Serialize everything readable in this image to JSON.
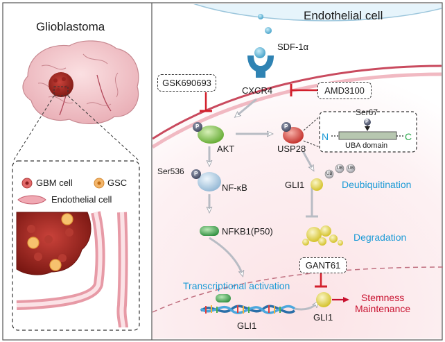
{
  "left_panel": {
    "title": "Glioblastoma",
    "legend": {
      "gbm_cell": "GBM cell",
      "gsc": "GSC",
      "endothelial": "Endothelial cell"
    }
  },
  "right_panel": {
    "title": "Endothelial cell",
    "ligand": "SDF-1α",
    "receptor": "CXCR4",
    "inhibitors": {
      "gsk": "GSK690693",
      "amd": "AMD3100",
      "gant": "GANT61"
    },
    "phospho_symbol": "P",
    "ub_symbol": "UB",
    "akt": "AKT",
    "usp28": "USP28",
    "ser67": "Ser67",
    "n_term": "N",
    "c_term": "C",
    "uba": "UBA domain",
    "ser536": "Ser536",
    "nfkb": "NF-κB",
    "gli1": "GLI1",
    "deubiquitination": "Deubiquitination",
    "degradation": "Degradation",
    "nfkb1": "NFKB1(P50)",
    "transcription": "Transcriptional activation",
    "gli1_gene": "GLI1",
    "gli1_protein": "GLI1",
    "stemness": "Stemness\nMaintenance"
  },
  "colors": {
    "akt": "#7ec242",
    "usp28": "#d9413b",
    "nfkb": "#a8c8e0",
    "gli1": "#e0d23a",
    "nfkb1": "#3aa14b",
    "inhibit": "#d21f2b",
    "accent_blue": "#1a9ad6",
    "stemness": "#c8102e"
  }
}
